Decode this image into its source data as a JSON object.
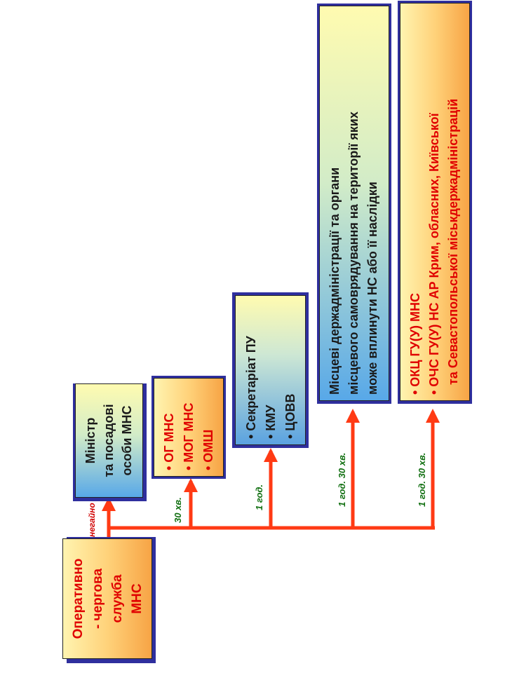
{
  "source": {
    "lines": [
      "Оперативно",
      "- чергова",
      "служба",
      "МНС"
    ]
  },
  "targets": [
    {
      "id": "minister",
      "lines": [
        "Міністр",
        "та посадові",
        "особи МНС"
      ],
      "bulleted": false,
      "time": "негайно"
    },
    {
      "id": "og",
      "lines": [
        "ОГ МНС",
        "МОГ МНС",
        "ОМШ"
      ],
      "bulleted": true,
      "time": "30 хв."
    },
    {
      "id": "secretariat",
      "lines": [
        "Секретаріат ПУ",
        "КМУ",
        "ЦОВВ"
      ],
      "bulleted": true,
      "time": "1 год."
    },
    {
      "id": "local",
      "lines": [
        "Місцеві держадміністрації та органи",
        "місцевого самоврядування на території яких",
        "може вплинути НС або її наслідки"
      ],
      "bulleted": false,
      "time": "1 год. 30 хв."
    },
    {
      "id": "okc",
      "lines": [
        "ОКЦ ГУ(У) МНС",
        "ОЧС ГУ(У) НС АР Крим, обласних, Київської",
        "та Севастопольської міськдержадміністрацій"
      ],
      "bulleted": true,
      "time": "1 год. 30 хв."
    }
  ],
  "colors": {
    "arrow": "#ff3a14",
    "shadow": "#2f2f9e",
    "red_text": "#e00000",
    "green_label": "#127012",
    "red_label": "#d00000"
  }
}
